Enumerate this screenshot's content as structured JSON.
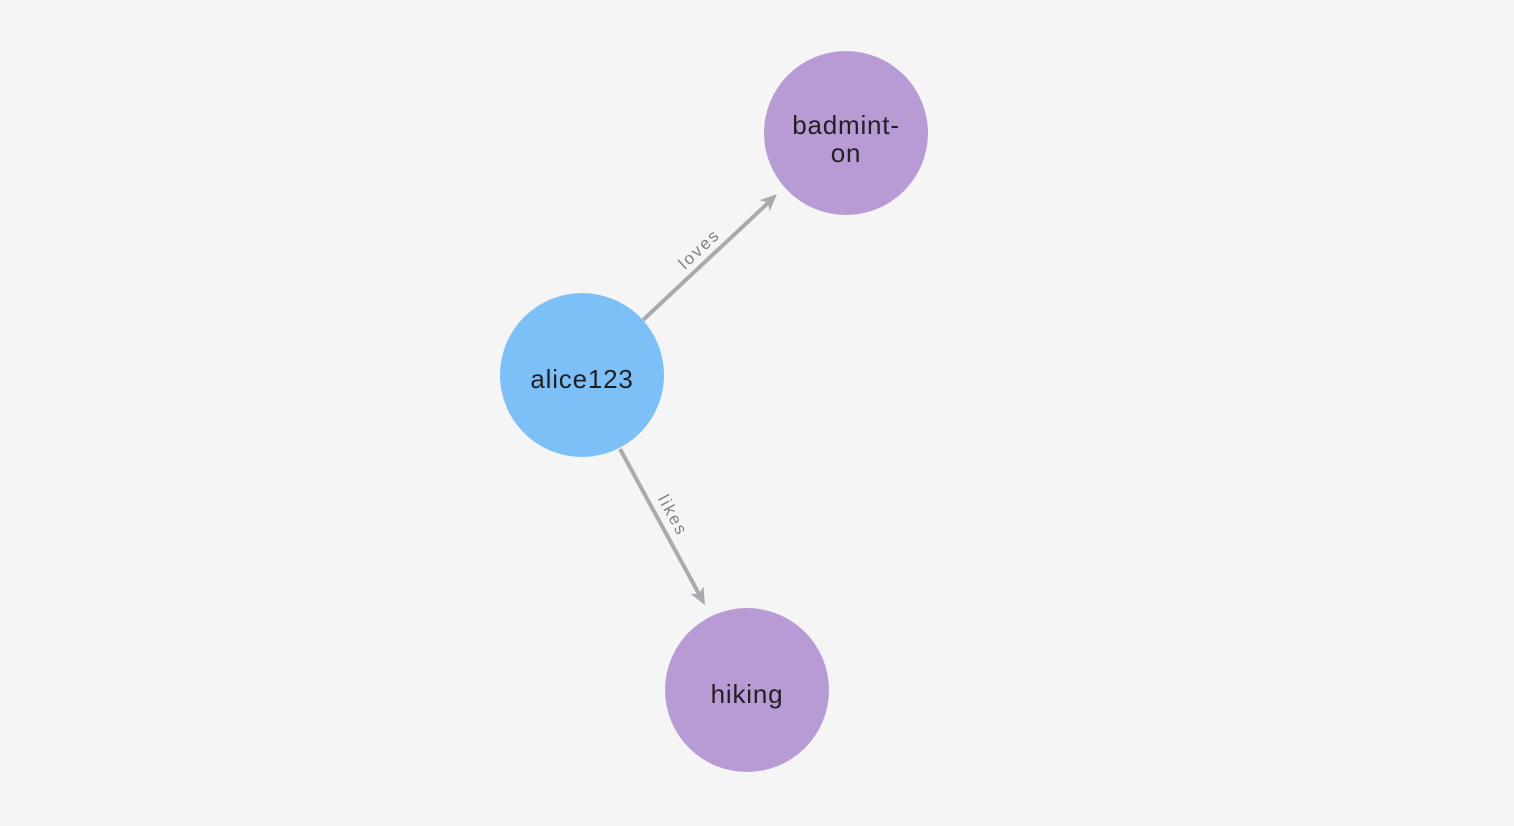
{
  "canvas": {
    "background": "#f4f5f4"
  },
  "graph": {
    "node_text_color": "#212124",
    "edge_color": "#a8aab0",
    "edge_label_color": "#828284",
    "nodes": [
      {
        "id": "alice123",
        "label": "alice123",
        "color": "#7cc0f7"
      },
      {
        "id": "badminton",
        "label_lines": [
          "badmint-",
          "on"
        ],
        "color": "#b89bd4"
      },
      {
        "id": "hiking",
        "label": "hiking",
        "color": "#b89bd4"
      }
    ],
    "edges": [
      {
        "from": "alice123",
        "to": "badminton",
        "label": "loves"
      },
      {
        "from": "alice123",
        "to": "hiking",
        "label": "likes"
      }
    ]
  }
}
